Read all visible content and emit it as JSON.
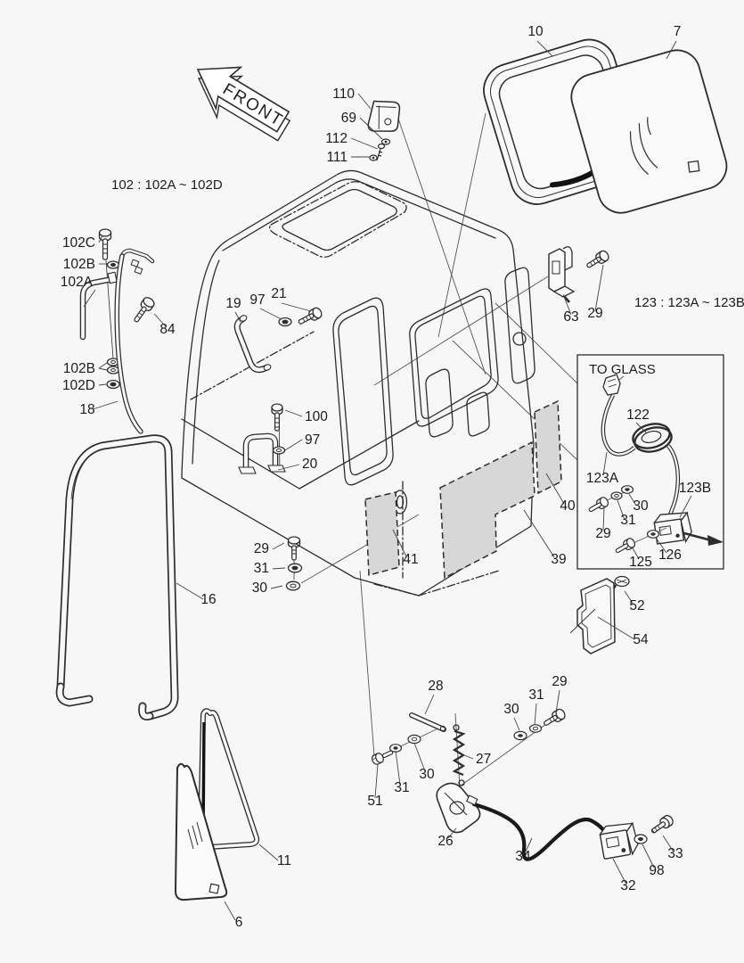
{
  "diagram": {
    "title": "cab-parts-exploded-diagram",
    "front_label": "FRONT",
    "notes": {
      "group_102": "102 : 102A ~ 102D",
      "group_123": "123 : 123A ~ 123B",
      "to_glass": "TO GLASS"
    },
    "colors": {
      "background": "#f7f7f7",
      "line": "#2d2d2d",
      "pad_fill": "#d7d7d7",
      "label": "#1c1c1c"
    },
    "callouts": [
      "110",
      "69",
      "112",
      "111",
      "10",
      "7",
      "102C",
      "102B",
      "102A",
      "84",
      "102B",
      "102D",
      "18",
      "19",
      "97",
      "21",
      "63",
      "29",
      "122",
      "123A",
      "30",
      "31",
      "29",
      "123B",
      "125",
      "126",
      "100",
      "97",
      "20",
      "40",
      "41",
      "39",
      "29",
      "31",
      "30",
      "16",
      "52",
      "54",
      "28",
      "30",
      "31",
      "29",
      "27",
      "51",
      "31",
      "30",
      "26",
      "34",
      "32",
      "98",
      "33",
      "11",
      "6"
    ]
  }
}
